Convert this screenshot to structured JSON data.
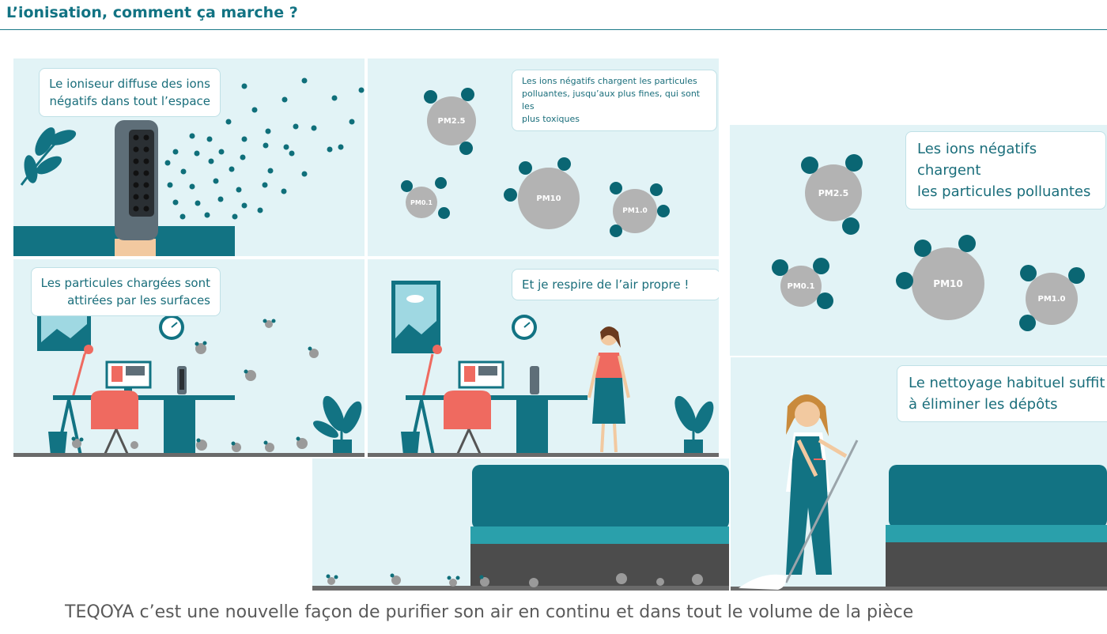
{
  "header": {
    "title": "L’ionisation, comment ça marche ?"
  },
  "panels": {
    "ionizer": {
      "text_line1": "Le ioniseur diffuse des ions",
      "text_line2": "négatifs dans tout l’espace"
    },
    "charge_small": {
      "text_line1": "Les ions négatifs chargent les particules",
      "text_line2": "polluantes, jusqu’aux plus fines, qui sont les",
      "text_line3": "plus toxiques"
    },
    "surfaces": {
      "text_line1": "Les particules chargées sont",
      "text_line2": "attirées par les surfaces"
    },
    "clean_air": {
      "text": "Et je respire de l’air propre !"
    },
    "charge_big": {
      "text_line1": "Les ions négatifs chargent",
      "text_line2": "les particules polluantes"
    },
    "cleaning": {
      "text_line1": "Le nettoyage habituel suffit",
      "text_line2": "à éliminer les dépôts"
    }
  },
  "particles": {
    "pm25": "PM2.5",
    "pm01": "PM0.1",
    "pm10": "PM10",
    "pm1": "PM1.0"
  },
  "caption": "TEQOYA c’est une nouvelle façon de purifier son air en continu et dans tout le volume de la pièce",
  "colors": {
    "teal": "#0f6f7a",
    "panel": "#e2f3f6",
    "text": "#1a6e7b",
    "coral": "#ef6a60",
    "gray": "#b3b3b3"
  }
}
